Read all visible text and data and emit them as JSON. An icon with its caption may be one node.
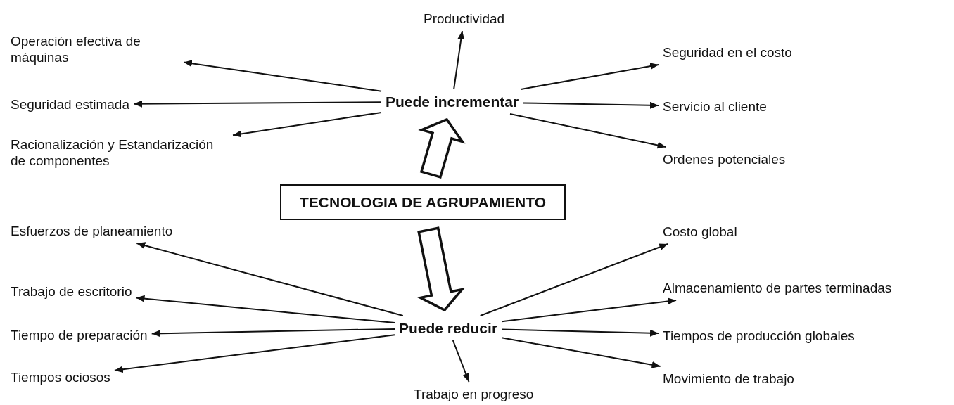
{
  "diagram": {
    "nodes": [
      {
        "text": [
          "TECNOLOGIA DE AGRUPAMIENTO"
        ]
      },
      {
        "text": [
          "Puede incrementar"
        ]
      },
      {
        "text": [
          "Puede reducir"
        ]
      },
      {
        "text": [
          "Productividad"
        ]
      },
      {
        "text": [
          "Operación efectiva de máquinas"
        ]
      },
      {
        "text": [
          "Seguridad estimada"
        ]
      },
      {
        "text": [
          "Racionalización y Estandarización de componentes"
        ]
      },
      {
        "text": [
          "Seguridad en el costo"
        ]
      },
      {
        "text": [
          "Servicio al cliente"
        ]
      },
      {
        "text": [
          "Ordenes potenciales"
        ]
      },
      {
        "text": [
          "Esfuerzos de planeamiento"
        ]
      },
      {
        "text": [
          "Trabajo de escritorio"
        ]
      },
      {
        "text": [
          "Tiempo de preparación"
        ]
      },
      {
        "text": [
          "Tiempos ociosos"
        ]
      },
      {
        "text": [
          "Costo global"
        ]
      },
      {
        "text": [
          "Almacenamiento de partes terminadas"
        ]
      },
      {
        "text": [
          "Tiempos de producción globales"
        ]
      },
      {
        "text": [
          "Movimiento de trabajo"
        ]
      },
      {
        "text": [
          "Trabajo en progreso"
        ]
      }
    ],
    "edges": [
      {
        "from": 0,
        "to": 1,
        "arrow": "to",
        "style": "thick"
      },
      {
        "from": 0,
        "to": 2,
        "arrow": "to",
        "style": "thick"
      },
      {
        "from": 1,
        "to": 3,
        "arrow": "to"
      },
      {
        "from": 1,
        "to": 4,
        "arrow": "to"
      },
      {
        "from": 1,
        "to": 5,
        "arrow": "to"
      },
      {
        "from": 1,
        "to": 6,
        "arrow": "to"
      },
      {
        "from": 1,
        "to": 7,
        "arrow": "to"
      },
      {
        "from": 1,
        "to": 8,
        "arrow": "to"
      },
      {
        "from": 1,
        "to": 9,
        "arrow": "to"
      },
      {
        "from": 2,
        "to": 10,
        "arrow": "to"
      },
      {
        "from": 2,
        "to": 11,
        "arrow": "to"
      },
      {
        "from": 2,
        "to": 12,
        "arrow": "to"
      },
      {
        "from": 2,
        "to": 13,
        "arrow": "to"
      },
      {
        "from": 2,
        "to": 14,
        "arrow": "to"
      },
      {
        "from": 2,
        "to": 15,
        "arrow": "to"
      },
      {
        "from": 2,
        "to": 16,
        "arrow": "to"
      },
      {
        "from": 2,
        "to": 17,
        "arrow": "to"
      },
      {
        "from": 2,
        "to": 18,
        "arrow": "to"
      }
    ]
  }
}
